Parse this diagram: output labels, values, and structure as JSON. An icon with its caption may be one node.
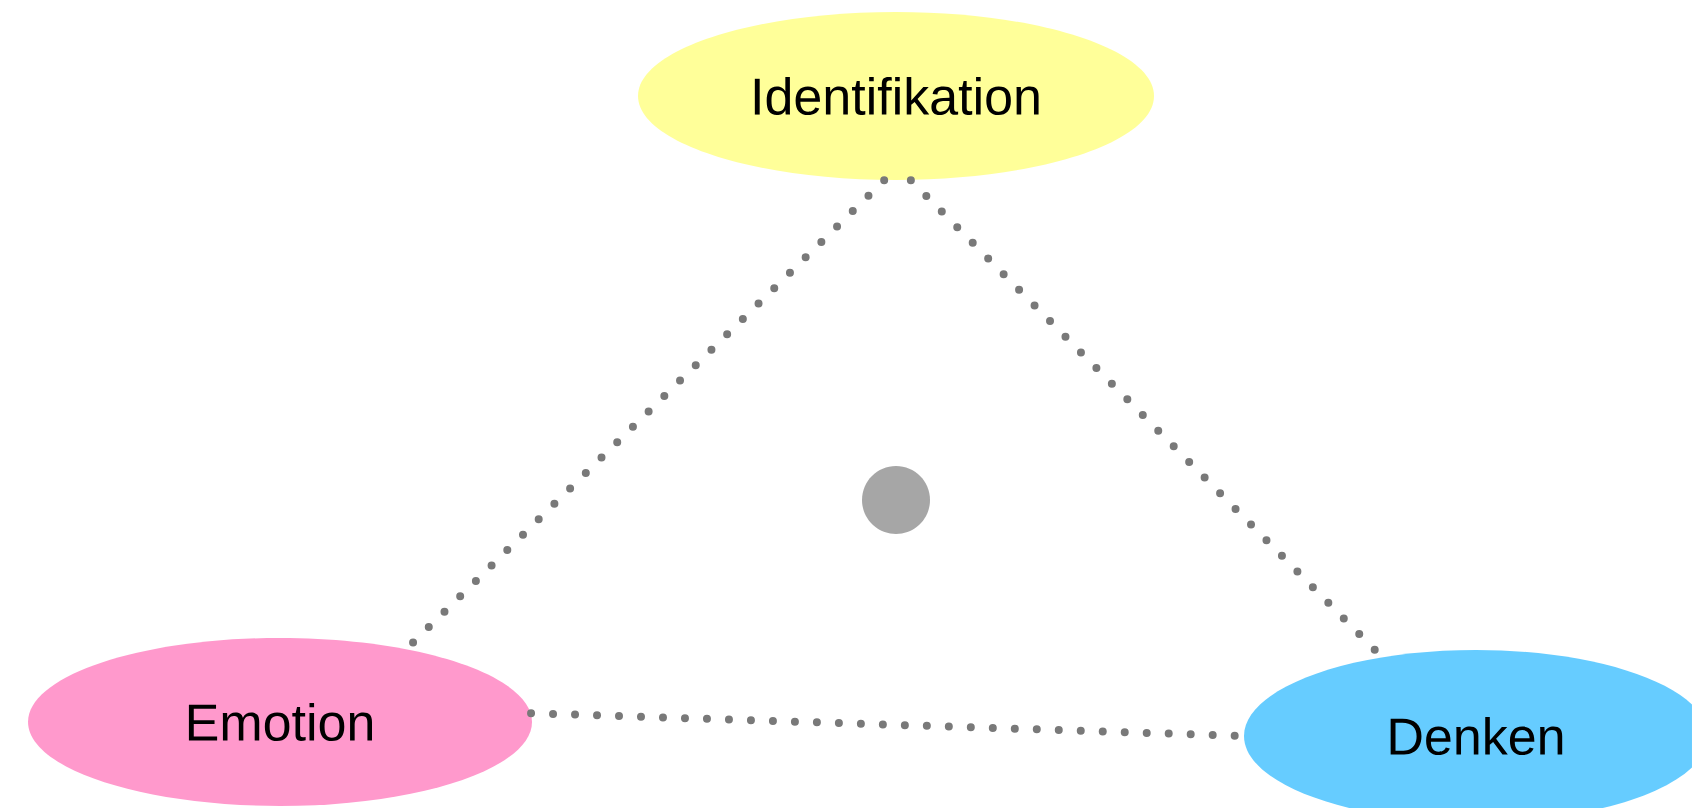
{
  "diagram": {
    "nodes": [
      {
        "text": [
          "Identifikation"
        ]
      },
      {
        "text": [
          "Emotion"
        ]
      },
      {
        "text": [
          "Denken"
        ]
      },
      {
        "text": [],
        "shape": "circle"
      }
    ],
    "edges": [
      {
        "from": 0,
        "to": 1,
        "arrow": "none"
      },
      {
        "from": 0,
        "to": 2,
        "arrow": "none"
      },
      {
        "from": 1,
        "to": 2,
        "arrow": "none"
      }
    ]
  }
}
